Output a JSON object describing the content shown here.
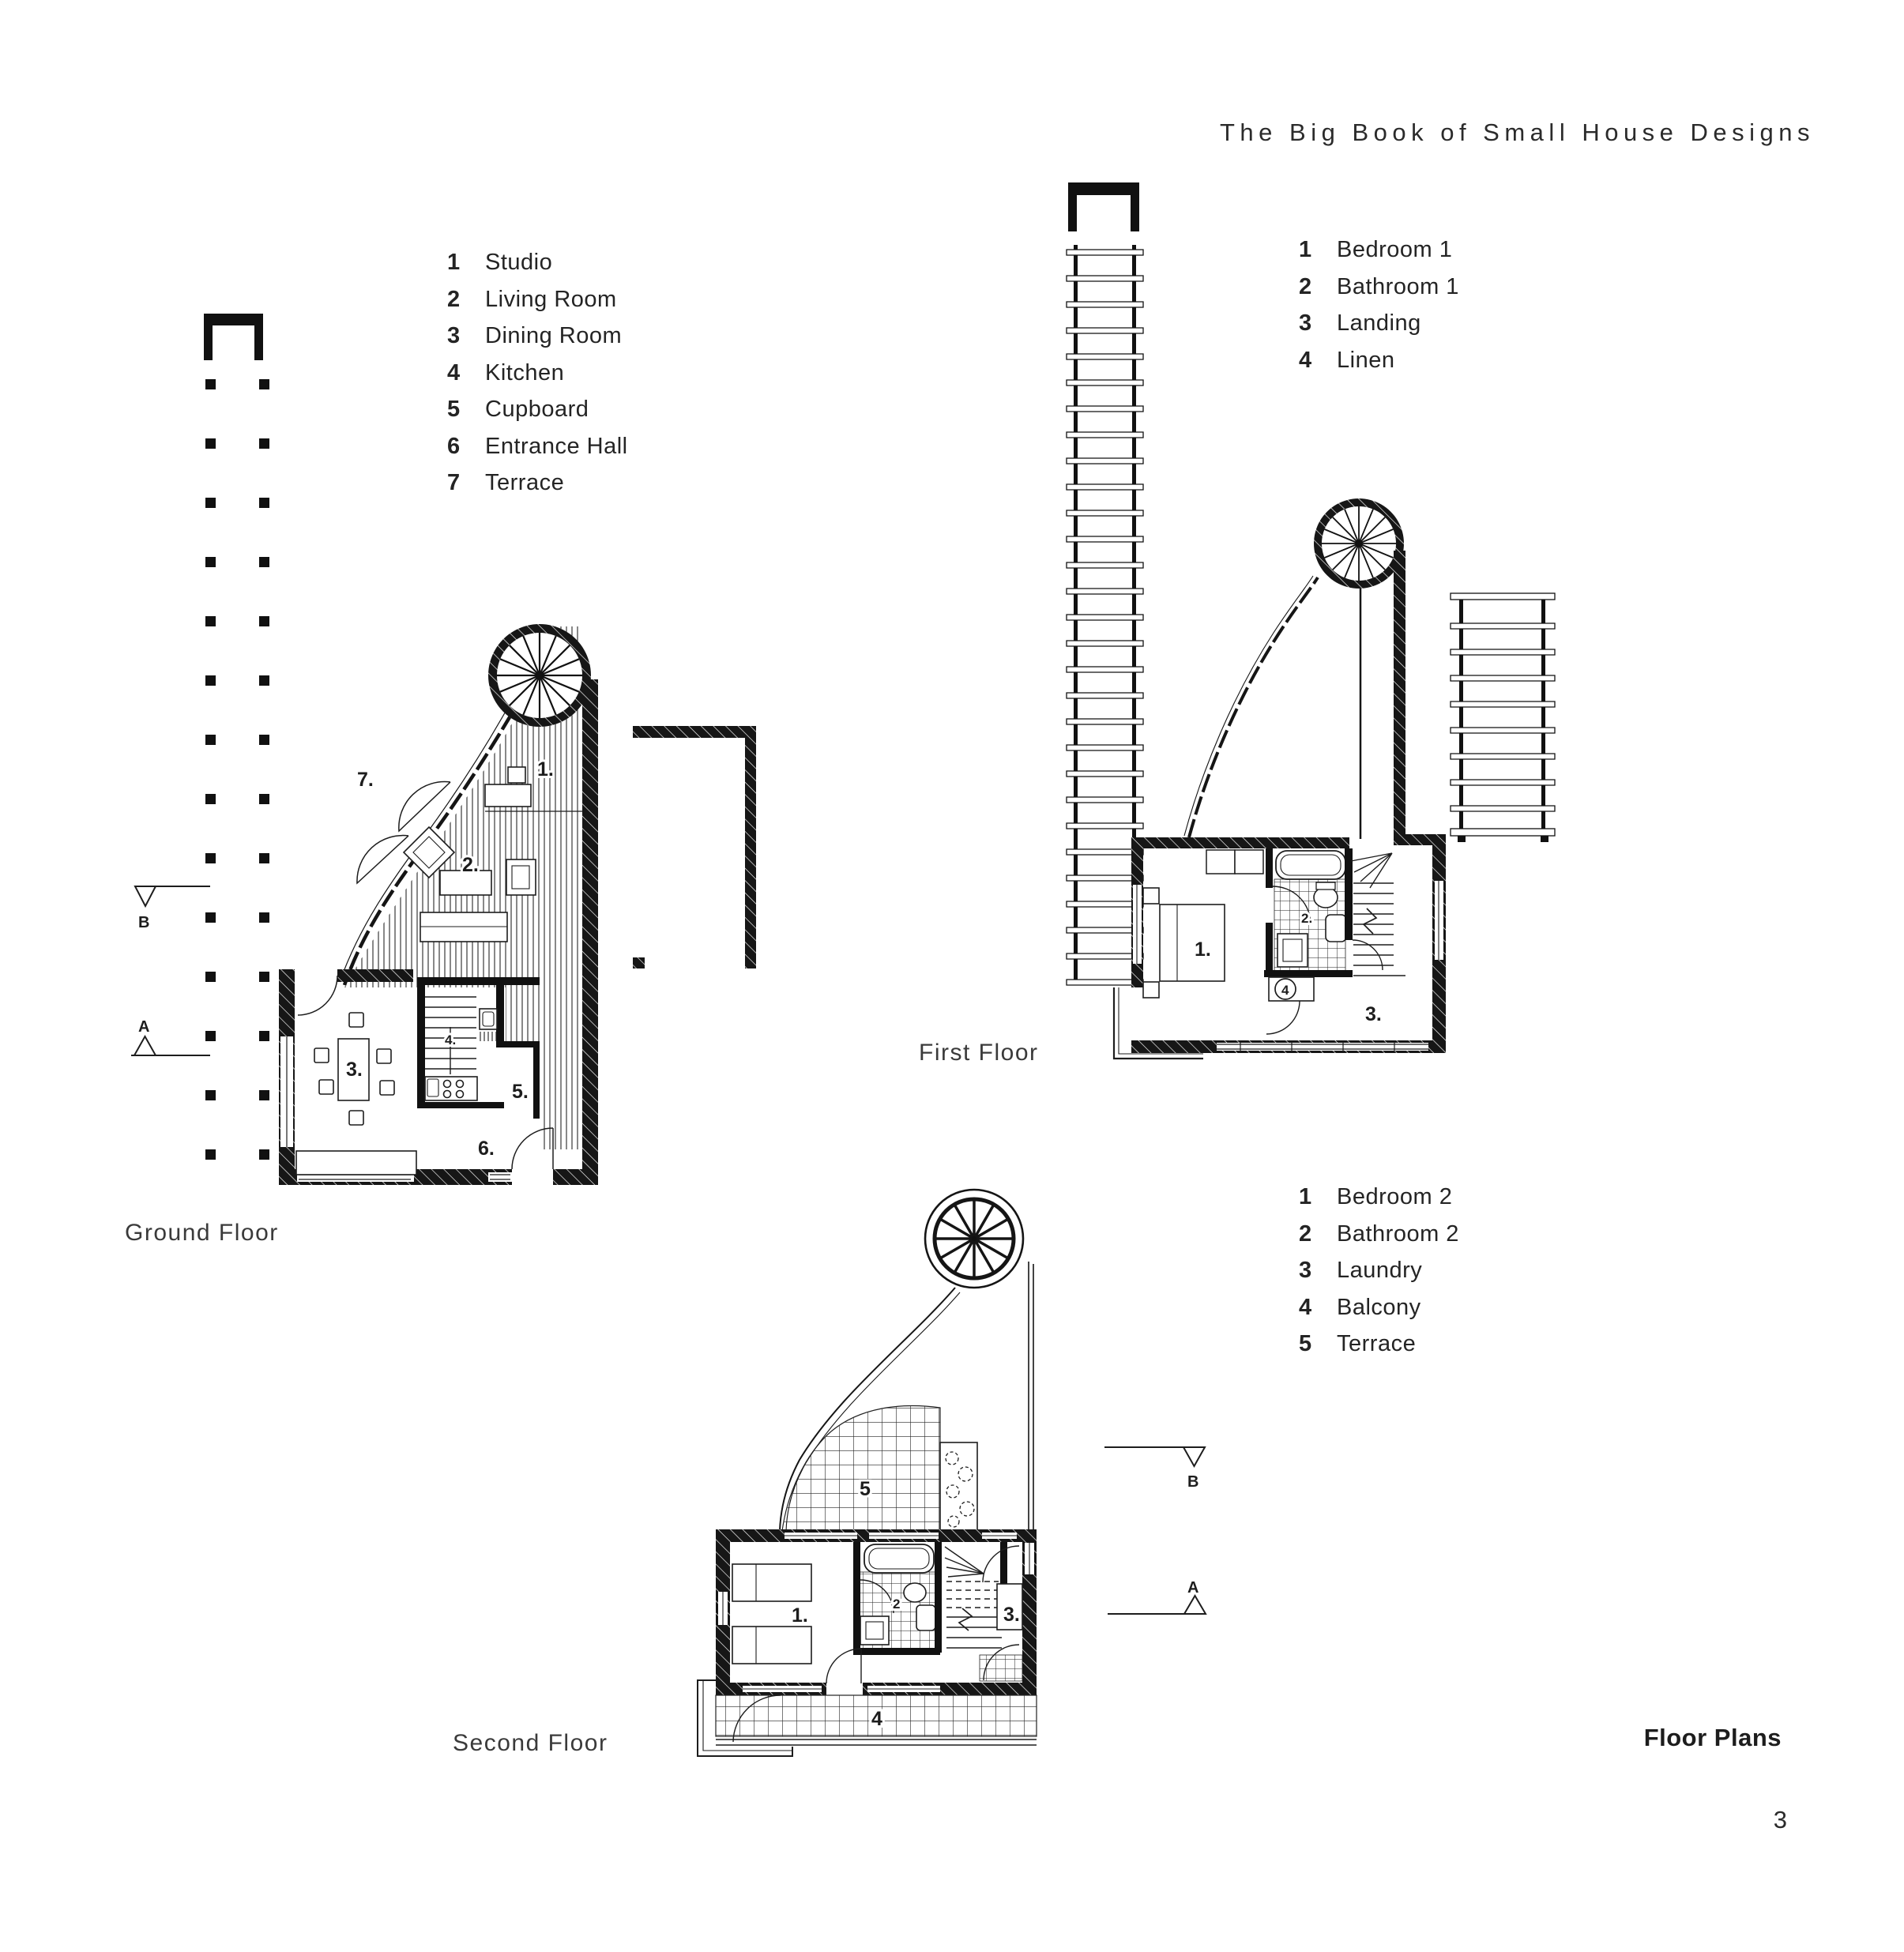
{
  "page": {
    "title": "The Big Book of Small House Designs",
    "footer_title": "Floor Plans",
    "page_number": "3"
  },
  "ground": {
    "label": "Ground Floor",
    "legend": [
      {
        "num": "1",
        "label": "Studio"
      },
      {
        "num": "2",
        "label": "Living Room"
      },
      {
        "num": "3",
        "label": "Dining Room"
      },
      {
        "num": "4",
        "label": "Kitchen"
      },
      {
        "num": "5",
        "label": "Cupboard"
      },
      {
        "num": "6",
        "label": "Entrance Hall"
      },
      {
        "num": "7",
        "label": "Terrace"
      }
    ],
    "rooms": {
      "terrace": "7.",
      "studio": "1.",
      "living": "2.",
      "dining": "3.",
      "kitchen": "4.",
      "cupboard": "5.",
      "hall": "6."
    },
    "sections": {
      "b": "B",
      "a": "A"
    }
  },
  "first": {
    "label": "First Floor",
    "legend": [
      {
        "num": "1",
        "label": "Bedroom 1"
      },
      {
        "num": "2",
        "label": "Bathroom 1"
      },
      {
        "num": "3",
        "label": "Landing"
      },
      {
        "num": "4",
        "label": "Linen"
      }
    ],
    "rooms": {
      "bedroom": "1.",
      "bathroom": "2.",
      "landing": "3.",
      "linen": "4"
    }
  },
  "second": {
    "label": "Second Floor",
    "legend": [
      {
        "num": "1",
        "label": "Bedroom 2"
      },
      {
        "num": "2",
        "label": "Bathroom 2"
      },
      {
        "num": "3",
        "label": "Laundry"
      },
      {
        "num": "4",
        "label": "Balcony"
      },
      {
        "num": "5",
        "label": "Terrace"
      }
    ],
    "rooms": {
      "terrace": "5",
      "bedroom": "1.",
      "bathroom": "2",
      "laundry": "3.",
      "balcony": "4"
    },
    "sections": {
      "b": "B",
      "a": "A"
    }
  }
}
